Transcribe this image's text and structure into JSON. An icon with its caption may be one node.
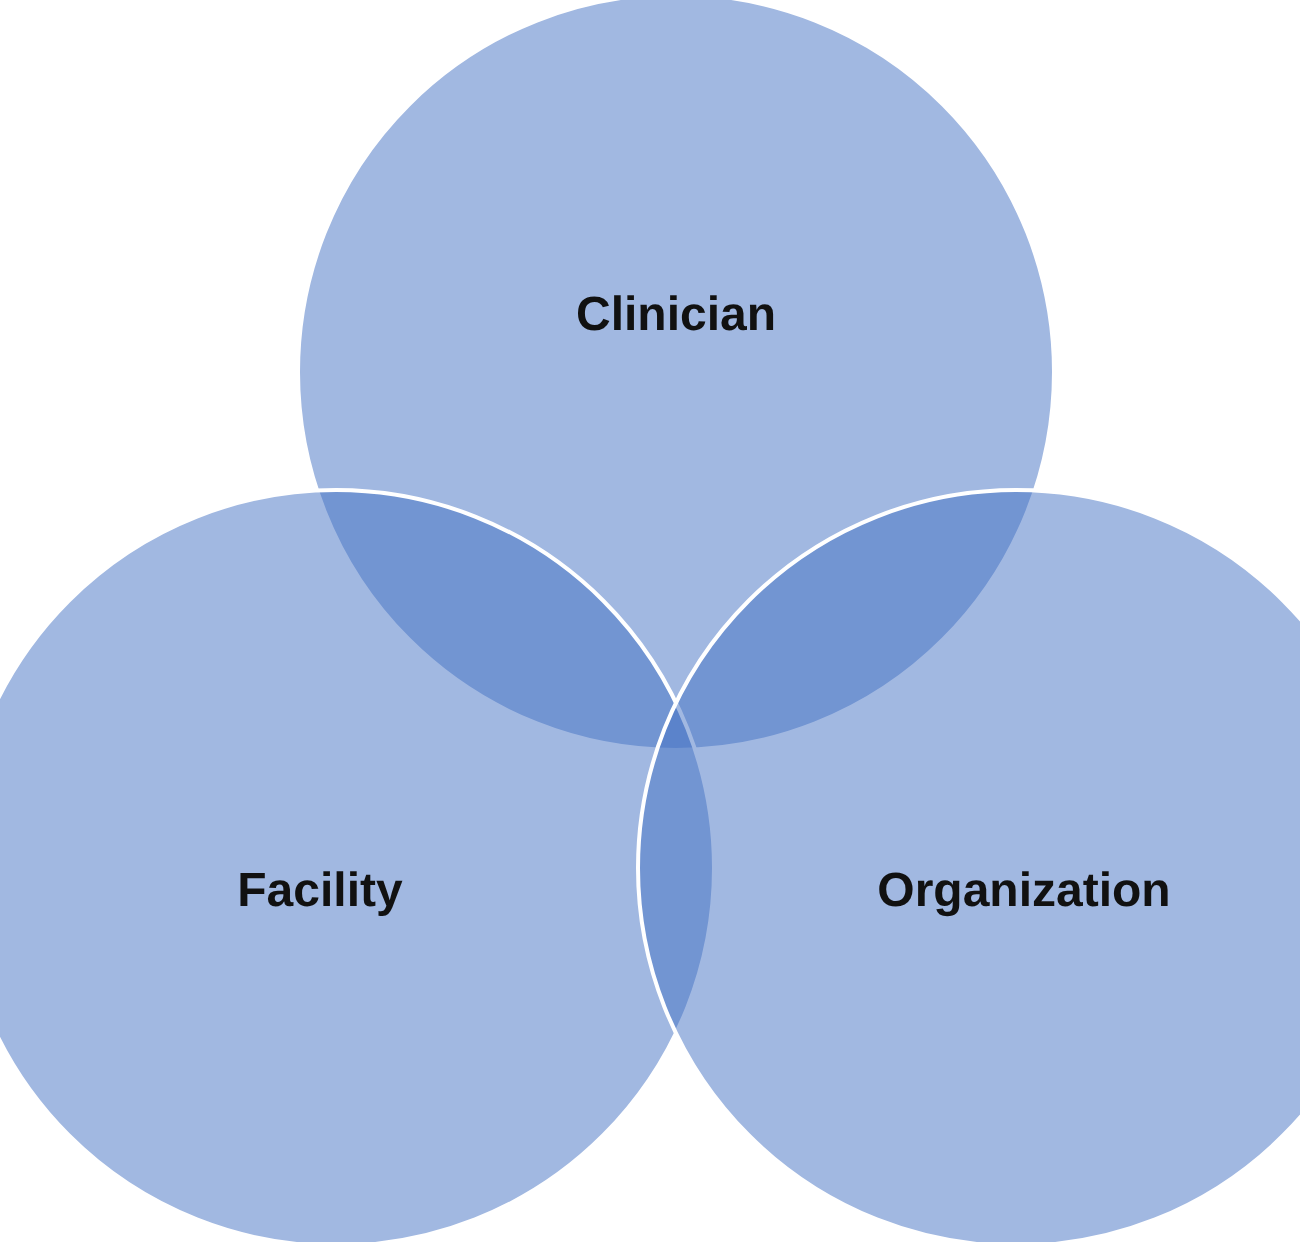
{
  "diagram": {
    "nodes": [
      {
        "text": [
          "Clinician"
        ]
      },
      {
        "text": [
          "Facility"
        ]
      },
      {
        "text": [
          "Organization"
        ]
      }
    ]
  }
}
